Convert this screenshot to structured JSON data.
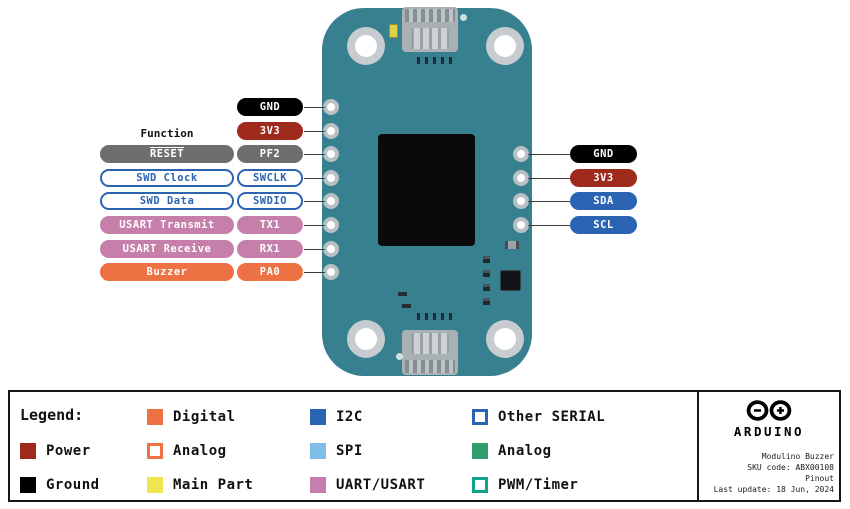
{
  "colors": {
    "board_teal": "#37808F",
    "power_red": "#9E2A1B",
    "ground_black": "#000000",
    "reset_gray": "#6E6E6E",
    "i2c_blue": "#2A64B2",
    "spi_light_blue": "#7FBFE5",
    "uart_pink": "#C67FAB",
    "digital_orange": "#EE7143",
    "analog_green": "#2F9E6C",
    "pwm_teal_green": "#0FA387",
    "main_part_yellow": "#ECE74E",
    "hole_ring": "#C6CCCF",
    "connector_gray": "#A9B1B5"
  },
  "left": {
    "function_header": "Function",
    "rows": [
      {
        "function": "",
        "pin": "GND"
      },
      {
        "function": "",
        "pin": "3V3"
      },
      {
        "function": "RESET",
        "pin": "PF2"
      },
      {
        "function": "SWD Clock",
        "pin": "SWCLK"
      },
      {
        "function": "SWD Data",
        "pin": "SWDIO"
      },
      {
        "function": "USART Transmit",
        "pin": "TX1"
      },
      {
        "function": "USART Receive",
        "pin": "RX1"
      },
      {
        "function": "Buzzer",
        "pin": "PA0"
      }
    ]
  },
  "right": {
    "rows": [
      {
        "pin": "GND"
      },
      {
        "pin": "3V3"
      },
      {
        "pin": "SDA"
      },
      {
        "pin": "SCL"
      }
    ]
  },
  "legend": {
    "title": "Legend:",
    "items": [
      {
        "label": "Power"
      },
      {
        "label": "Ground"
      },
      {
        "label": "Digital"
      },
      {
        "label": "Analog"
      },
      {
        "label": "Main Part"
      },
      {
        "label": "I2C"
      },
      {
        "label": "SPI"
      },
      {
        "label": "UART/USART"
      },
      {
        "label": "Other SERIAL"
      },
      {
        "label": "Analog"
      },
      {
        "label": "PWM/Timer"
      }
    ]
  },
  "brand": {
    "name": "ARDUINO",
    "product": "Modulino Buzzer",
    "sku": "SKU code: ABX00108",
    "doc_type": "Pinout",
    "last_update": "Last update: 18 Jun, 2024"
  }
}
